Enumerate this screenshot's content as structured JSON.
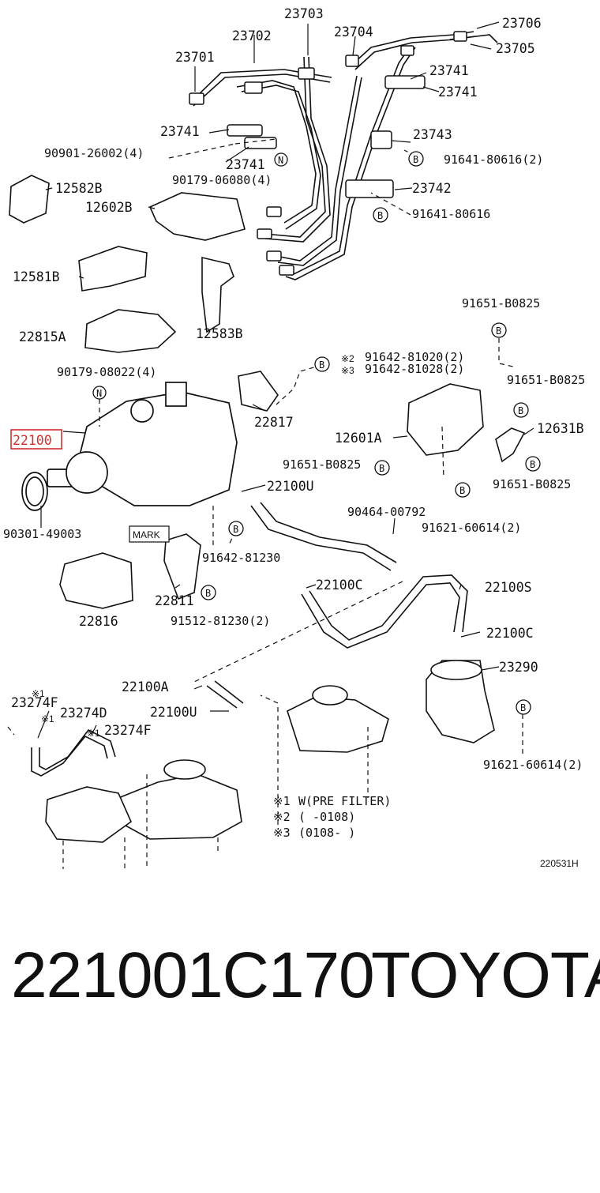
{
  "diagram": {
    "highlighted_part": "22100",
    "mark_label": "MARK",
    "ref_code": "220531H",
    "notes": [
      {
        "mark": "※1",
        "text": "W(PRE FILTER)"
      },
      {
        "mark": "※2",
        "text": "(     -0108)"
      },
      {
        "mark": "※3",
        "text": "(0108-     )"
      }
    ],
    "labels": [
      "23703",
      "23706",
      "23702",
      "23704",
      "23705",
      "23701",
      "23741",
      "23741",
      "23741",
      "90901-26002(4)",
      "23741",
      "23743",
      "91641-80616(2)",
      "12582B",
      "90179-06080(4)",
      "23742",
      "12602B",
      "91641-80616",
      "12581B",
      "91651-B0825",
      "12583B",
      "22815A",
      "※2",
      "91642-81020(2)",
      "※3",
      "91642-81028(2)",
      "90179-08022(4)",
      "91651-B0825",
      "22817",
      "22100",
      "12601A",
      "12631B",
      "91651-B0825",
      "22100U",
      "91651-B0825",
      "90301-49003",
      "90464-00792",
      "91621-60614(2)",
      "91642-81230",
      "22100C",
      "22100S",
      "22811",
      "91512-81230(2)",
      "22816",
      "22100C",
      "23290",
      "22100A",
      "※1",
      "23274F",
      "23274D",
      "22100U",
      "※1",
      "※1",
      "23274F",
      "91621-60614(2)"
    ]
  },
  "footer": {
    "part_number": "221001C170",
    "brand": "TOYOTA"
  }
}
